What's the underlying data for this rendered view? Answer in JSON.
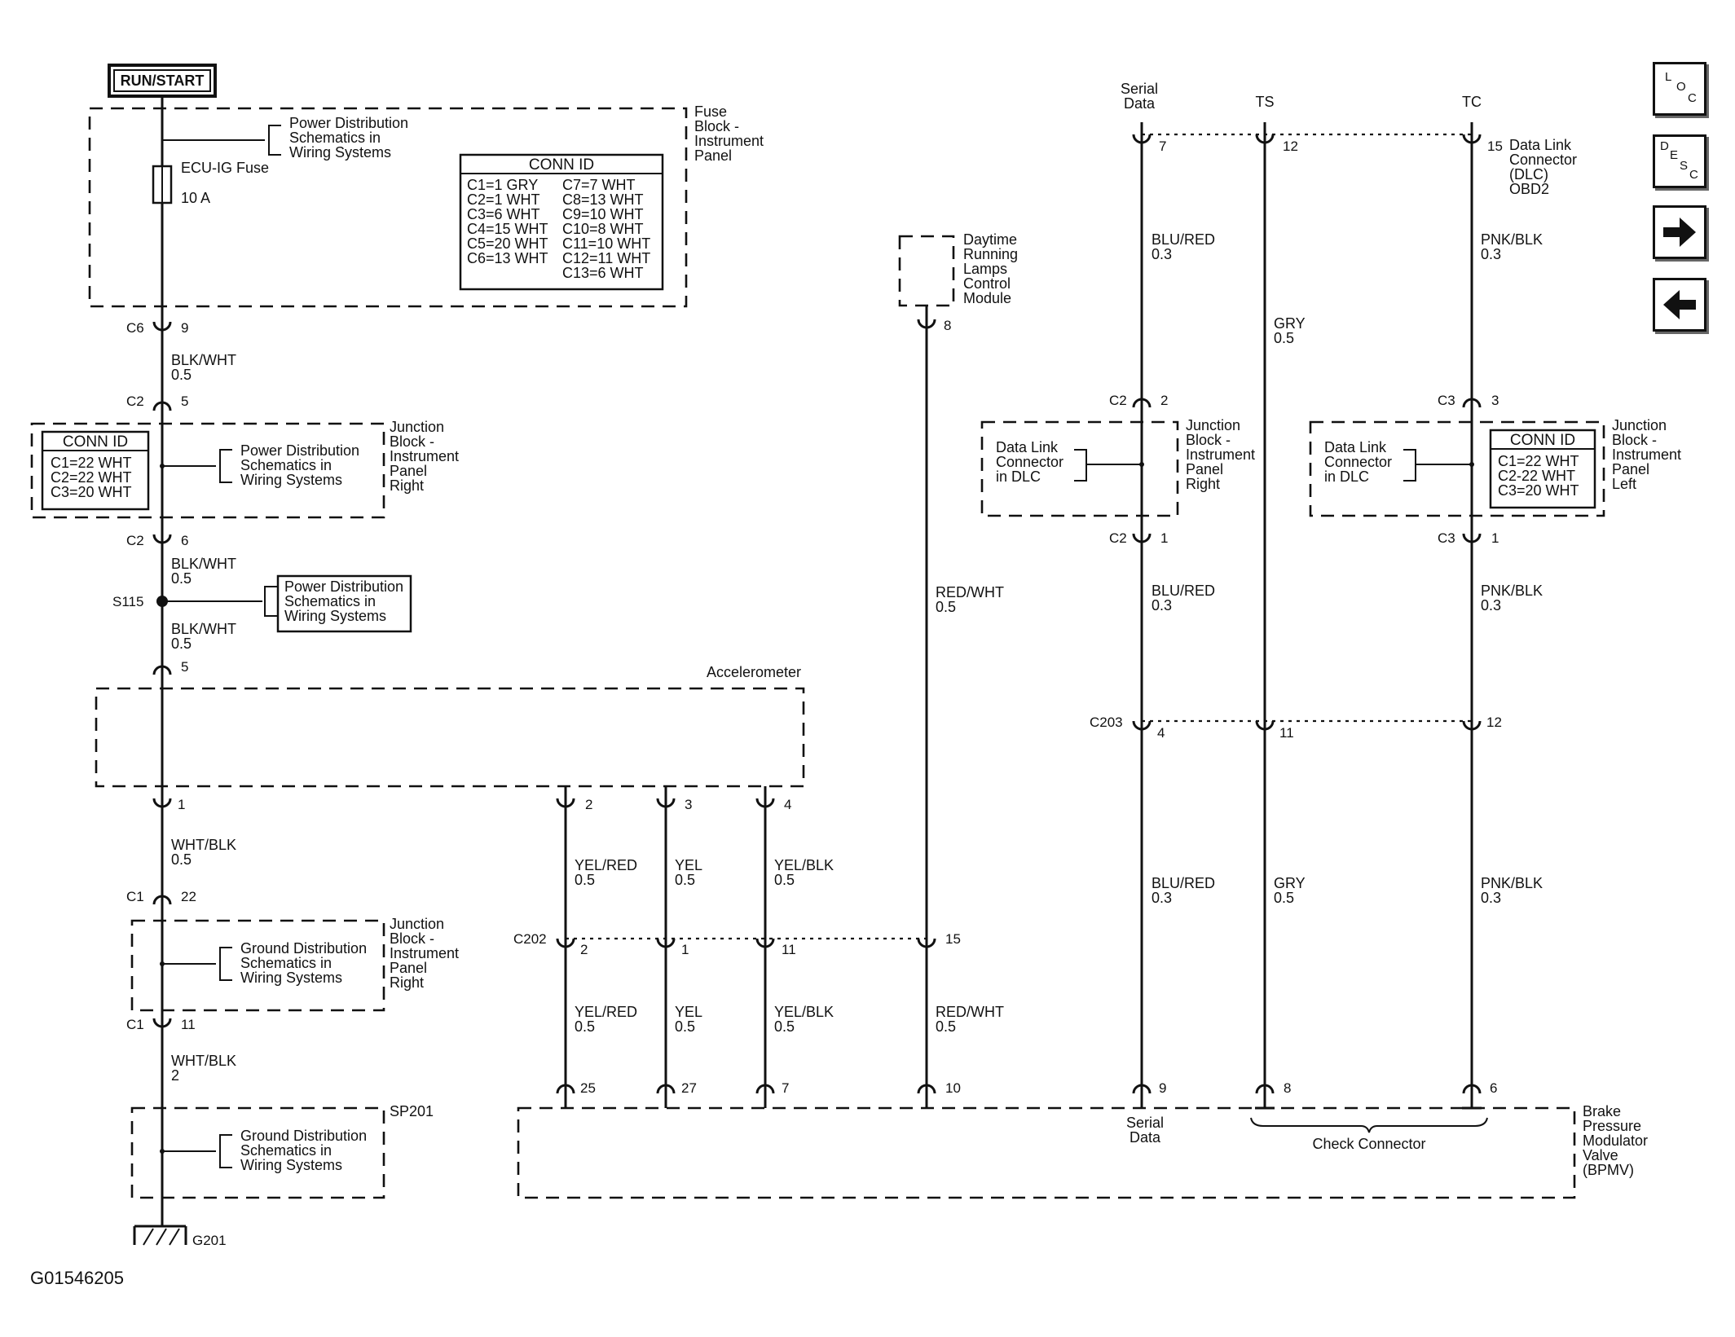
{
  "supply": {
    "run_start": "RUN/START"
  },
  "fuse_block": {
    "name": "Fuse Block - Instrument Panel",
    "power_ref": "Power Distribution Schematics in Wiring Systems",
    "fuse_name": "ECU-IG Fuse",
    "fuse_rating": "10 A",
    "conn_id_title": "CONN ID",
    "conn_left": [
      "C1=1 GRY",
      "C2=1 WHT",
      "C3=6 WHT",
      "C4=15 WHT",
      "C5=20 WHT",
      "C6=13 WHT"
    ],
    "conn_right": [
      "C7=7 WHT",
      "C8=13 WHT",
      "C9=10 WHT",
      "C10=8 WHT",
      "C11=10 WHT",
      "C12=11 WHT",
      "C13=6 WHT"
    ]
  },
  "jb_right": {
    "name": "Junction Block - Instrument Panel Right",
    "conn_id_title": "CONN ID",
    "conn": [
      "C1=22 WHT",
      "C2=22 WHT",
      "C3=20 WHT"
    ],
    "power_ref": "Power Distribution Schematics in Wiring Systems"
  },
  "splice": {
    "name": "S115",
    "power_ref": "Power Distribution Schematics in Wiring Systems"
  },
  "accelerometer": {
    "name": "Accelerometer"
  },
  "ground_jb": {
    "name": "Junction Block - Instrument Panel Right",
    "ref": "Ground Distribution Schematics in Wiring Systems"
  },
  "sp201": {
    "name": "SP201",
    "ref": "Ground Distribution Schematics in Wiring Systems"
  },
  "ground": {
    "name": "G201"
  },
  "drl": {
    "name": "Daytime Running Lamps Control Module"
  },
  "dlc": {
    "name": "Data Link Connector (DLC) OBD2",
    "serial_label": "Serial Data",
    "ts_label": "TS",
    "tc_label": "TC"
  },
  "jb_ipr_dlc": {
    "name": "Junction Block - Instrument Panel Right",
    "ref": "Data Link Connector in DLC"
  },
  "jb_ipl": {
    "name": "Junction Block - Instrument Panel Left",
    "ref": "Data Link Connector in DLC",
    "conn_id_title": "CONN ID",
    "conn": [
      "C1=22 WHT",
      "C2-22 WHT",
      "C3=20 WHT"
    ]
  },
  "bpmv": {
    "name": "Brake Pressure Modulator Valve (BPMV)",
    "serial_label": "Serial Data",
    "check_connector": "Check Connector"
  },
  "wires": {
    "blk_wht": "BLK/WHT",
    "wht_blk": "WHT/BLK",
    "yel_red": "YEL/RED",
    "yel": "YEL",
    "yel_blk": "YEL/BLK",
    "red_wht": "RED/WHT",
    "blu_red": "BLU/RED",
    "gry": "GRY",
    "pnk_blk": "PNK/BLK",
    "g05": "0.5",
    "g03": "0.3",
    "g2": "2"
  },
  "connectors": {
    "c6": "C6",
    "c2": "C2",
    "c1": "C1",
    "c3": "C3",
    "c202": "C202",
    "c203": "C203"
  },
  "pins": {
    "p9": "9",
    "p5": "5",
    "p6": "6",
    "p1": "1",
    "p22": "22",
    "p11": "11",
    "p2": "2",
    "p3": "3",
    "p4": "4",
    "p15": "15",
    "p25": "25",
    "p27": "27",
    "p7": "7",
    "p10": "10",
    "p8": "8",
    "p12": "12",
    "p6b": "6"
  },
  "figure_id": "G01546205",
  "nav": {
    "loc_letters": [
      "L",
      "O",
      "C"
    ],
    "desc_letters": [
      "D",
      "E",
      "S",
      "C"
    ],
    "next_icon": "arrow-right",
    "prev_icon": "arrow-left"
  }
}
